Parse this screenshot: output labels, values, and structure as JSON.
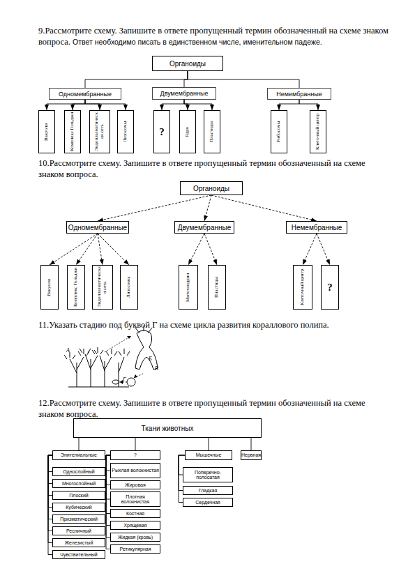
{
  "diagram": {
    "nodes": [
      {
        "text": [
          "Органоиды"
        ]
      },
      {
        "text": [
          "Одномембранные"
        ]
      },
      {
        "text": [
          "Двумембранные"
        ]
      },
      {
        "text": [
          "Немембранные"
        ]
      },
      {
        "text": [
          "Вакуоли"
        ]
      },
      {
        "text": [
          "Комплекс Гольджи"
        ]
      },
      {
        "text": [
          "Эндоплазматическая сеть"
        ]
      },
      {
        "text": [
          "Лизосомы"
        ]
      },
      {
        "text": [
          "?"
        ]
      },
      {
        "text": [
          "Ядро"
        ]
      },
      {
        "text": [
          "Пластиды"
        ]
      },
      {
        "text": [
          "Рибосомы"
        ]
      },
      {
        "text": [
          "Клеточный центр"
        ]
      },
      {
        "text": [
          "Органоиды"
        ]
      },
      {
        "text": [
          "Одномембранные"
        ]
      },
      {
        "text": [
          "Двумембранные"
        ]
      },
      {
        "text": [
          "Немембранные"
        ]
      },
      {
        "text": [
          "Вакуоли"
        ]
      },
      {
        "text": [
          "Комплекс Гольджи"
        ]
      },
      {
        "text": [
          "Эндоплазматическая сеть"
        ]
      },
      {
        "text": [
          "Лизосомы"
        ]
      },
      {
        "text": [
          "Митохондрии"
        ]
      },
      {
        "text": [
          "Пластиды"
        ]
      },
      {
        "text": [
          "Клеточный центр"
        ]
      },
      {
        "text": [
          "?"
        ]
      },
      {
        "text": [
          "Ткани животных"
        ]
      },
      {
        "text": [
          "Эпителиальные"
        ]
      },
      {
        "text": [
          "?"
        ]
      },
      {
        "text": [
          "Мышечные"
        ]
      },
      {
        "text": [
          "Нервная"
        ]
      },
      {
        "text": [
          "Однослойный"
        ]
      },
      {
        "text": [
          "Многослойный"
        ]
      },
      {
        "text": [
          "Плоский"
        ]
      },
      {
        "text": [
          "Кубический"
        ]
      },
      {
        "text": [
          "Призматический"
        ]
      },
      {
        "text": [
          "Ресничный"
        ]
      },
      {
        "text": [
          "Железистый"
        ]
      },
      {
        "text": [
          "Чувствительный"
        ]
      },
      {
        "text": [
          "Рыхлая волокнистая"
        ]
      },
      {
        "text": [
          "Жировая"
        ]
      },
      {
        "text": [
          "Плотная волокнистая"
        ]
      },
      {
        "text": [
          "Костная"
        ]
      },
      {
        "text": [
          "Хрящевая"
        ]
      },
      {
        "text": [
          "Жидкая (кровь)"
        ]
      },
      {
        "text": [
          "Ретикулярная"
        ]
      },
      {
        "text": [
          "Поперечно-полосатая"
        ]
      },
      {
        "text": [
          "Гладкая"
        ]
      },
      {
        "text": [
          "Сердечная"
        ]
      }
    ],
    "edges": [
      {
        "from": 0,
        "to": 1,
        "arrow": "none"
      },
      {
        "from": 0,
        "to": 2,
        "arrow": "none"
      },
      {
        "from": 0,
        "to": 3,
        "arrow": "none"
      },
      {
        "from": 1,
        "to": 4,
        "arrow": "to"
      },
      {
        "from": 1,
        "to": 5,
        "arrow": "to"
      },
      {
        "from": 1,
        "to": 6,
        "arrow": "to"
      },
      {
        "from": 1,
        "to": 7,
        "arrow": "to"
      },
      {
        "from": 2,
        "to": 8,
        "arrow": "to"
      },
      {
        "from": 2,
        "to": 9,
        "arrow": "to"
      },
      {
        "from": 2,
        "to": 10,
        "arrow": "to"
      },
      {
        "from": 3,
        "to": 11,
        "arrow": "to"
      },
      {
        "from": 3,
        "to": 12,
        "arrow": "to"
      },
      {
        "from": 13,
        "to": 14,
        "arrow": "to"
      },
      {
        "from": 13,
        "to": 15,
        "arrow": "to"
      },
      {
        "from": 13,
        "to": 16,
        "arrow": "to"
      },
      {
        "from": 14,
        "to": 17,
        "arrow": "to"
      },
      {
        "from": 14,
        "to": 18,
        "arrow": "to"
      },
      {
        "from": 14,
        "to": 19,
        "arrow": "to"
      },
      {
        "from": 14,
        "to": 20,
        "arrow": "to"
      },
      {
        "from": 15,
        "to": 21,
        "arrow": "to"
      },
      {
        "from": 15,
        "to": 22,
        "arrow": "to"
      },
      {
        "from": 16,
        "to": 23,
        "arrow": "to"
      },
      {
        "from": 16,
        "to": 24,
        "arrow": "to"
      },
      {
        "from": 25,
        "to": 26,
        "arrow": "none"
      },
      {
        "from": 25,
        "to": 27,
        "arrow": "none"
      },
      {
        "from": 25,
        "to": 28,
        "arrow": "none"
      },
      {
        "from": 25,
        "to": 29,
        "arrow": "none"
      },
      {
        "from": 26,
        "to": 30,
        "arrow": "none"
      },
      {
        "from": 26,
        "to": 31,
        "arrow": "none"
      },
      {
        "from": 26,
        "to": 32,
        "arrow": "none"
      },
      {
        "from": 26,
        "to": 33,
        "arrow": "none"
      },
      {
        "from": 26,
        "to": 34,
        "arrow": "none"
      },
      {
        "from": 26,
        "to": 35,
        "arrow": "none"
      },
      {
        "from": 26,
        "to": 36,
        "arrow": "none"
      },
      {
        "from": 26,
        "to": 37,
        "arrow": "none"
      },
      {
        "from": 27,
        "to": 38,
        "arrow": "none"
      },
      {
        "from": 27,
        "to": 39,
        "arrow": "none"
      },
      {
        "from": 27,
        "to": 40,
        "arrow": "none"
      },
      {
        "from": 27,
        "to": 41,
        "arrow": "none"
      },
      {
        "from": 27,
        "to": 42,
        "arrow": "none"
      },
      {
        "from": 27,
        "to": 43,
        "arrow": "none"
      },
      {
        "from": 27,
        "to": 44,
        "arrow": "none"
      },
      {
        "from": 28,
        "to": 45,
        "arrow": "none"
      },
      {
        "from": 28,
        "to": 46,
        "arrow": "none"
      },
      {
        "from": 28,
        "to": 47,
        "arrow": "none"
      }
    ],
    "labels": [
      "9.Рассмотрите схему. Запишите в ответе пропущенный термин обозначенный на схеме знаком вопроса.",
      "Ответ необходимо писать в единственном числе, именительном падеже.",
      "10.Рассмотрите схему. Запишите в ответе пропущенный термин обозначенный на схеме знаком вопроса.",
      "11.Указать стадию под буквой Г на схеме цикла развития кораллового полипа.",
      "12.Рассмотрите схему. Запишите в ответе пропущенный термин обозначенный на схеме знаком вопроса.",
      "А",
      "Б",
      "В",
      "Г"
    ]
  }
}
